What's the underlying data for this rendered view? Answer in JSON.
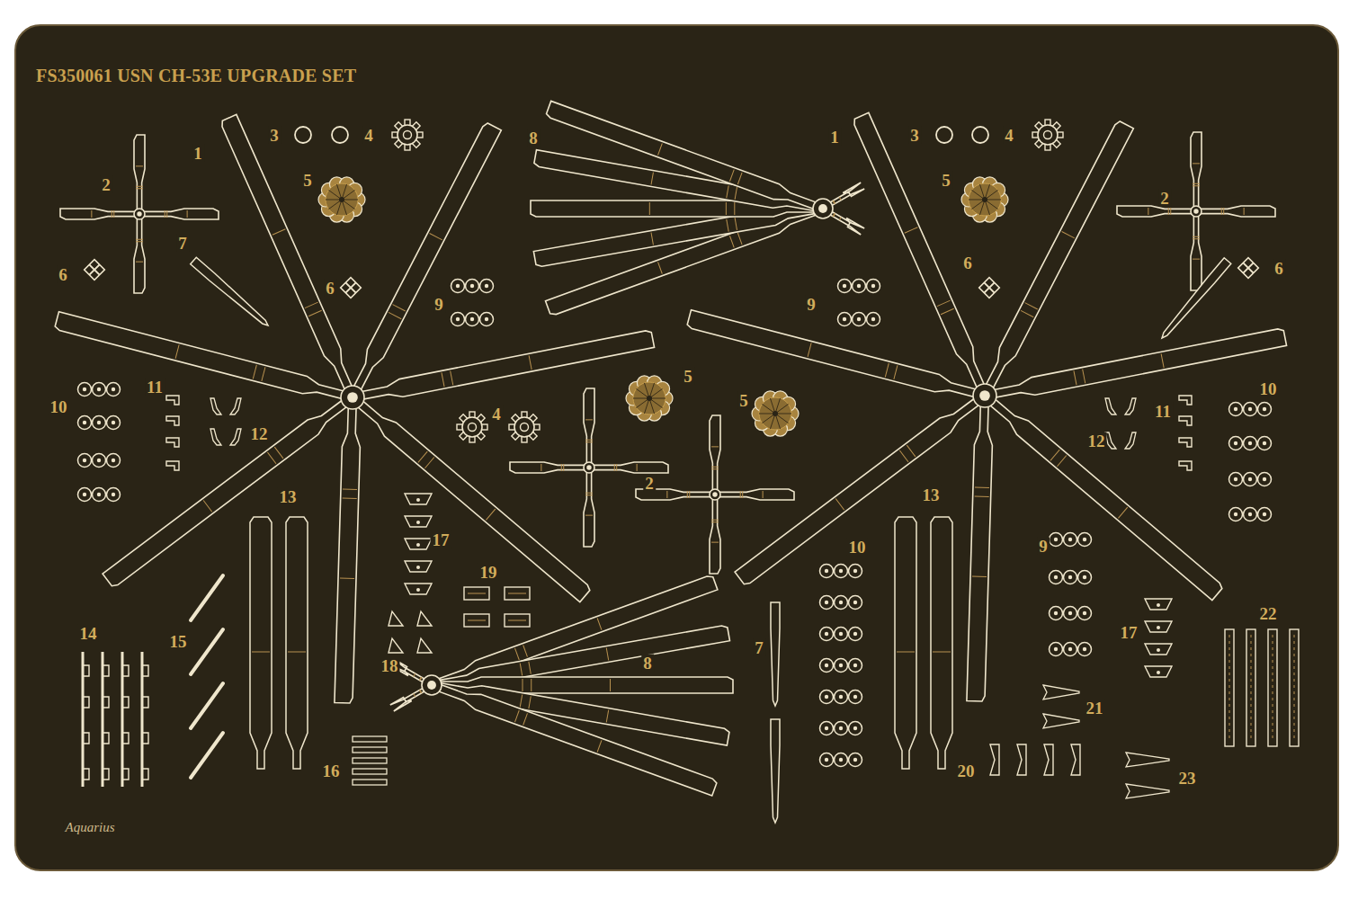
{
  "diagram": {
    "title": "FS350061 USN CH-53E UPGRADE SET",
    "labels": [
      "1",
      "3",
      "4",
      "8",
      "1",
      "3",
      "4",
      "2",
      "5",
      "5",
      "2",
      "7",
      "6",
      "6",
      "6",
      "6",
      "9",
      "9",
      "5",
      "10",
      "11",
      "10",
      "5",
      "4",
      "11",
      "12",
      "12",
      "2",
      "13",
      "13",
      "17",
      "10",
      "9",
      "19",
      "22",
      "17",
      "14",
      "15",
      "8",
      "7",
      "18",
      "21",
      "16",
      "20",
      "23",
      "Aquarius"
    ]
  }
}
